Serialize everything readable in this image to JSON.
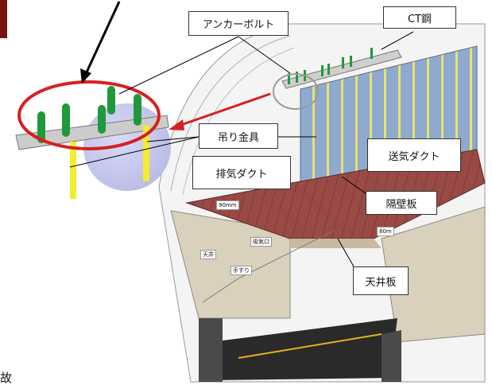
{
  "labels": {
    "anchor_bolt": "アンカーボルト",
    "ct_steel": "CT鋼",
    "hanger_fitting": "吊り金具",
    "supply_duct": "送気ダクト",
    "exhaust_duct": "排気ダクト",
    "partition_plate": "隔壁板",
    "ceiling_plate": "天井板",
    "dim_90mm": "90mm",
    "dim_80mm": "80m",
    "intake": "吸気口",
    "ceiling_small": "天井",
    "handrail": "手すり",
    "bottom_left_fragment": "故"
  },
  "colors": {
    "partition_blue": "#8fa9cf",
    "ceiling_red": "#9a4a45",
    "bolt_green": "#1f9a3a",
    "hanger_yellow": "#f2ee2c",
    "highlight_red": "#d62020",
    "road_dark": "#2a2a2a"
  }
}
